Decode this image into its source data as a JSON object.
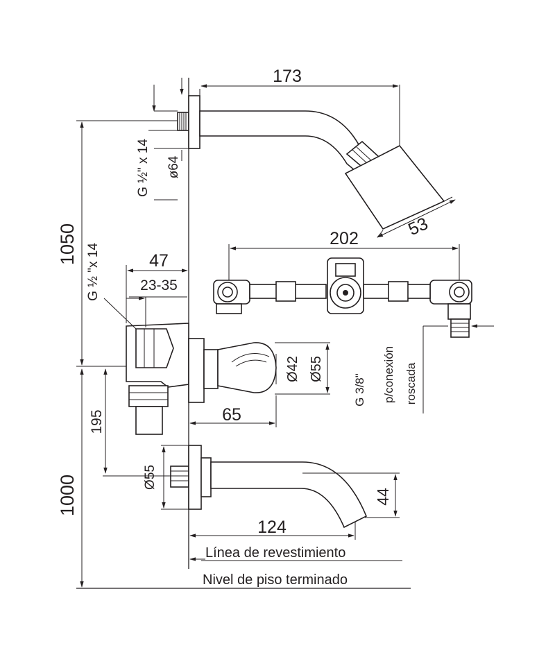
{
  "diagram": {
    "dims": {
      "shower_arm_length": "173",
      "inlet_thread_top": "G ½\" x 14",
      "flange_diameter_top": "ø64",
      "total_height": "1050",
      "shower_head_size": "53",
      "valve_spacing": "202",
      "valve_depth": "47",
      "valve_adjust": "23-35",
      "inlet_thread_mid": "G ½ \"x 14",
      "knob_inner_diameter": "Ø42",
      "knob_outer_diameter": "Ø55",
      "knob_projection": "65",
      "valve_to_spout": "195",
      "spout_flange_diameter": "Ø55",
      "spout_drop": "44",
      "spout_length": "124",
      "floor_height": "1000"
    },
    "labels": {
      "connection_1": "G 3/8\"",
      "connection_2": "p/conexión",
      "connection_3": "roscada",
      "wall_line": "Línea de revestimiento",
      "floor_line": "Nivel de piso terminado"
    }
  }
}
